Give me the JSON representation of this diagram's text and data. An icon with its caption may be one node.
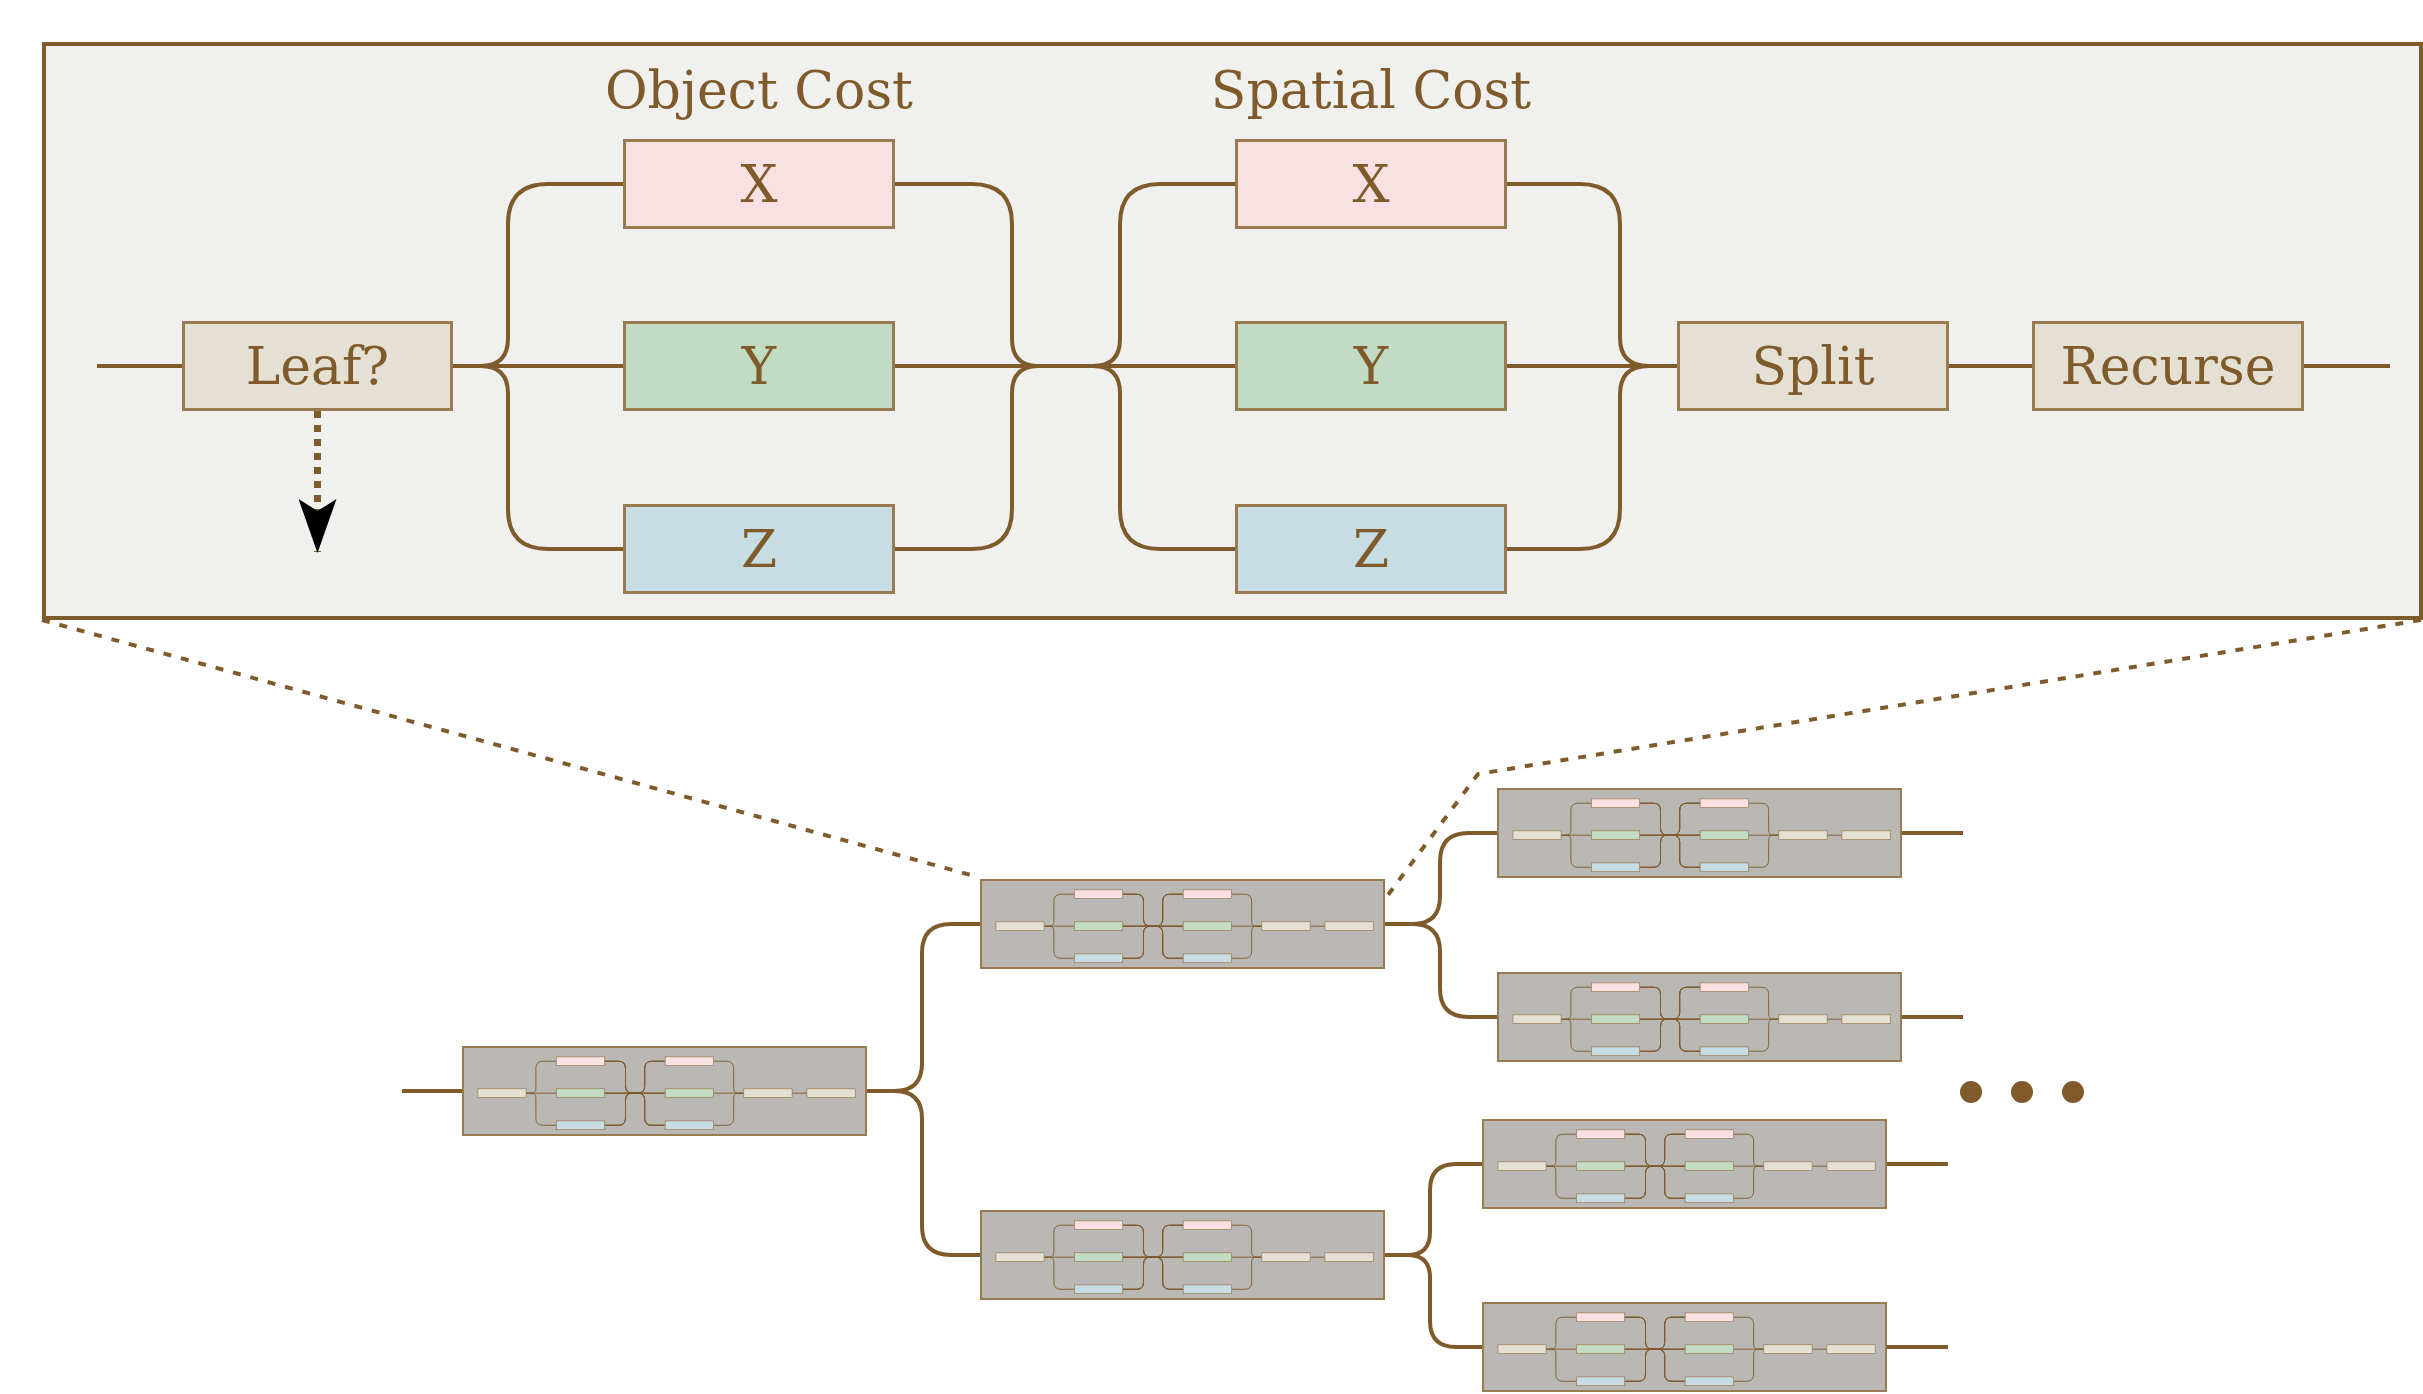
{
  "diagram": {
    "nodes": [
      {
        "text": [],
        "shape": "box"
      },
      {
        "text": [
          "Leaf?"
        ],
        "in": 0
      },
      {
        "text": [
          "X"
        ],
        "in": 0
      },
      {
        "text": [
          "Y"
        ],
        "in": 0
      },
      {
        "text": [
          "Z"
        ],
        "in": 0
      },
      {
        "text": [
          "X"
        ],
        "in": 0
      },
      {
        "text": [
          "Y"
        ],
        "in": 0
      },
      {
        "text": [
          "Z"
        ],
        "in": 0
      },
      {
        "text": [
          "Split"
        ],
        "in": 0
      },
      {
        "text": [
          "Recurse"
        ],
        "in": 0
      },
      {
        "text": [],
        "shape": "box"
      },
      {
        "text": [],
        "shape": "box"
      },
      {
        "text": [],
        "shape": "box"
      },
      {
        "text": [],
        "shape": "box"
      },
      {
        "text": [],
        "shape": "box"
      },
      {
        "text": [],
        "shape": "box"
      },
      {
        "text": [],
        "shape": "box"
      }
    ],
    "edges": [
      {
        "from": null,
        "to": 1,
        "arrow": "none"
      },
      {
        "from": 1,
        "to": 2,
        "arrow": "none"
      },
      {
        "from": 1,
        "to": 3,
        "arrow": "none"
      },
      {
        "from": 1,
        "to": 4,
        "arrow": "none"
      },
      {
        "from": 2,
        "to": 5,
        "arrow": "none"
      },
      {
        "from": 2,
        "to": 6,
        "arrow": "none"
      },
      {
        "from": 2,
        "to": 7,
        "arrow": "none"
      },
      {
        "from": 3,
        "to": 5,
        "arrow": "none"
      },
      {
        "from": 3,
        "to": 6,
        "arrow": "none"
      },
      {
        "from": 3,
        "to": 7,
        "arrow": "none"
      },
      {
        "from": 4,
        "to": 5,
        "arrow": "none"
      },
      {
        "from": 4,
        "to": 6,
        "arrow": "none"
      },
      {
        "from": 4,
        "to": 7,
        "arrow": "none"
      },
      {
        "from": 5,
        "to": 8,
        "arrow": "none"
      },
      {
        "from": 6,
        "to": 8,
        "arrow": "none"
      },
      {
        "from": 7,
        "to": 8,
        "arrow": "none"
      },
      {
        "from": 8,
        "to": 9,
        "arrow": "none"
      },
      {
        "from": 9,
        "to": null,
        "arrow": "none"
      },
      {
        "from": 1,
        "to": null,
        "arrow": "to",
        "style": "dashed"
      },
      {
        "from": null,
        "to": 10,
        "arrow": "none"
      },
      {
        "from": 10,
        "to": 11,
        "arrow": "none"
      },
      {
        "from": 10,
        "to": 12,
        "arrow": "none"
      },
      {
        "from": 11,
        "to": 13,
        "arrow": "none"
      },
      {
        "from": 11,
        "to": 14,
        "arrow": "none"
      },
      {
        "from": 12,
        "to": 15,
        "arrow": "none"
      },
      {
        "from": 12,
        "to": 16,
        "arrow": "none"
      },
      {
        "from": 13,
        "to": null,
        "arrow": "none"
      },
      {
        "from": 14,
        "to": null,
        "arrow": "none"
      },
      {
        "from": 15,
        "to": null,
        "arrow": "none"
      },
      {
        "from": 16,
        "to": null,
        "arrow": "none"
      },
      {
        "from": 0,
        "to": 11,
        "arrow": "none",
        "style": "dashed"
      },
      {
        "from": 0,
        "to": 11,
        "arrow": "none",
        "style": "dashed"
      }
    ],
    "labels": [
      "Object Cost",
      "Spatial Cost"
    ]
  }
}
